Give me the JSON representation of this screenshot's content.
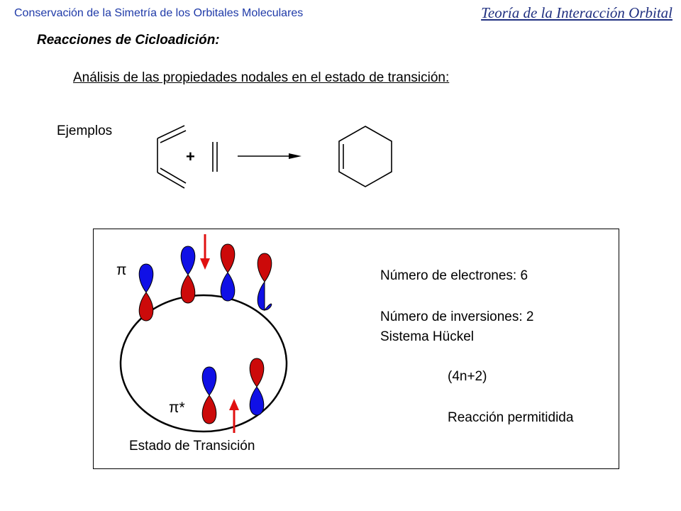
{
  "header": {
    "left_title": "Conservación de la Simetría de los Orbitales Moleculares",
    "right_title": "Teoría de la Interacción Orbital"
  },
  "section_title": "Reacciones de Cicloadición:",
  "subtitle": "Análisis de las propiedades nodales en el estado de transición:",
  "examples_label": "Ejemplos",
  "reaction": {
    "plus": "+"
  },
  "diagram": {
    "pi_label": "π",
    "pistar_label": "π*",
    "transition_state_label": "Estado de Transición"
  },
  "info": {
    "electrons": "Número de electrones: 6",
    "inversions": "Número de inversiones: 2",
    "system": "Sistema Hückel",
    "rule": "(4n+2)",
    "result": "Reacción permitidida"
  },
  "colors": {
    "lobe_red": "#cc0a0a",
    "lobe_blue": "#1010e6",
    "arrow_red": "#e01010",
    "header_blue": "#1f3aa8"
  }
}
